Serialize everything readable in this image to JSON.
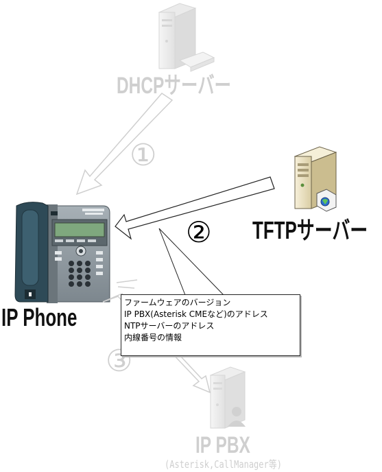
{
  "nodes": {
    "dhcp": {
      "label": "DHCPサーバー"
    },
    "tftp": {
      "label": "TFTPサーバー"
    },
    "phone": {
      "label": "IP Phone"
    },
    "pbx": {
      "label": "IP PBX",
      "sublabel": "(Asterisk,CallManager等)"
    }
  },
  "steps": [
    "①",
    "②",
    "③"
  ],
  "callout": {
    "lines": [
      "ファームウェアのバージョン",
      "IP PBX(Asterisk CMEなど)のアドレス",
      "NTPサーバーのアドレス",
      "内線番号の情報"
    ]
  },
  "colors": {
    "faded": "#cfcfcf",
    "active": "#111111",
    "server_beige": "#e9dfc0",
    "phone_dark": "#2e4a57",
    "phone_body": "#8f99a0",
    "screen_green": "#7fa87e"
  }
}
